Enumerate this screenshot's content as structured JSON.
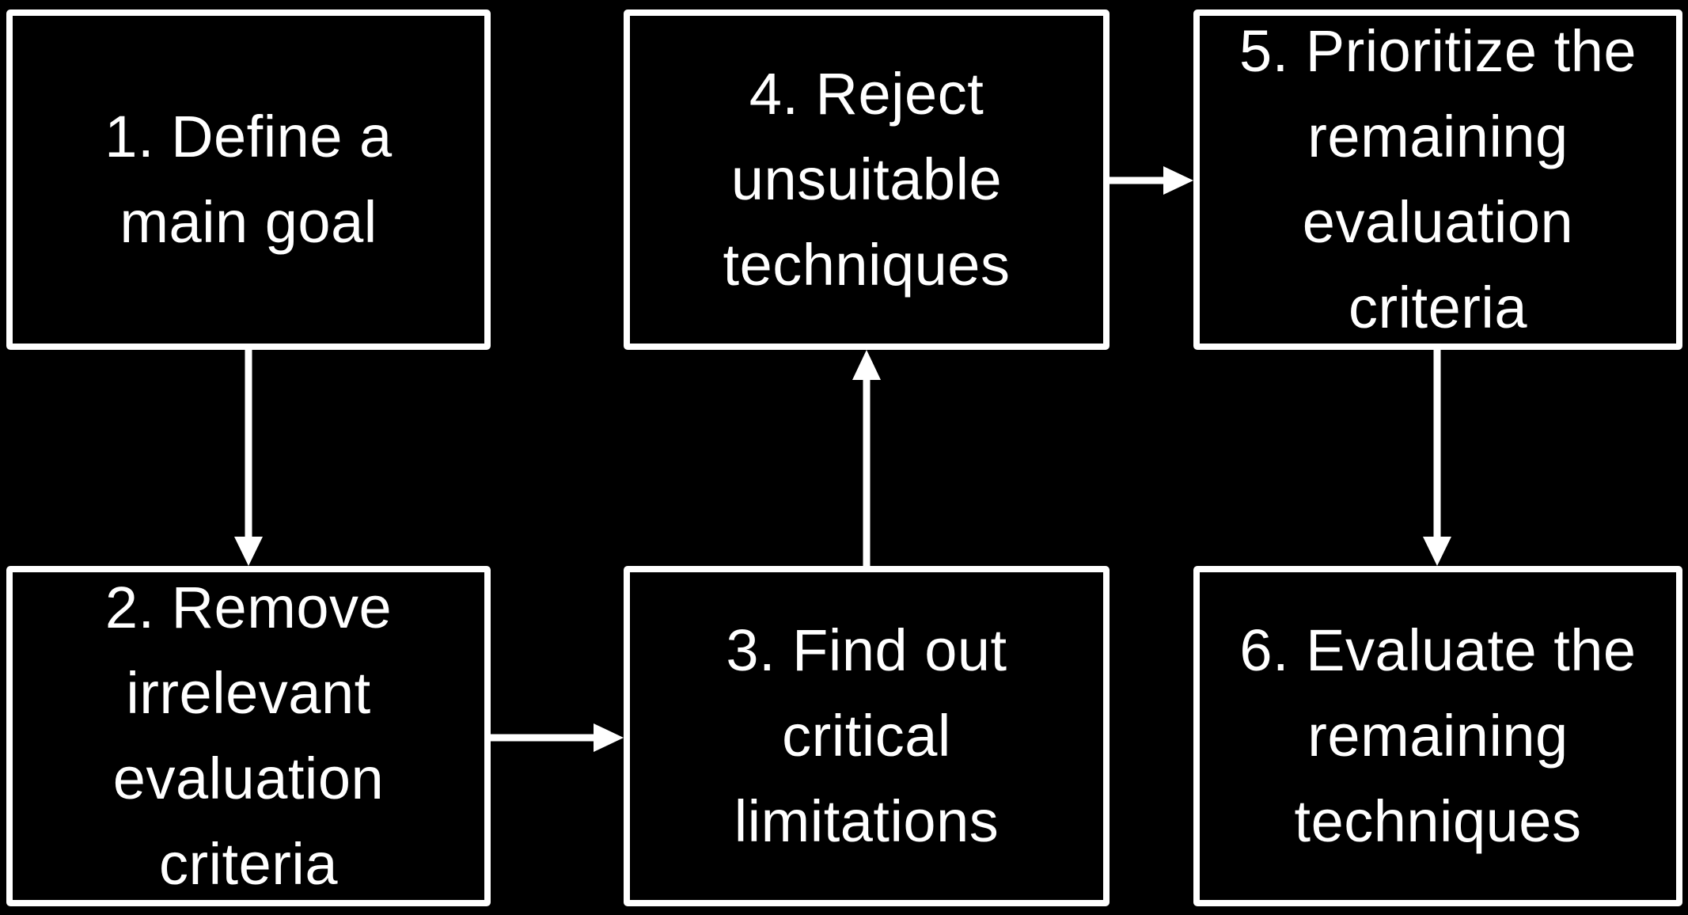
{
  "diagram": {
    "steps": [
      {
        "id": "step-1",
        "label": "1. Define a\nmain goal"
      },
      {
        "id": "step-2",
        "label": "2. Remove\nirrelevant\nevaluation\ncriteria"
      },
      {
        "id": "step-3",
        "label": "3. Find out\ncritical\nlimitations"
      },
      {
        "id": "step-4",
        "label": "4. Reject\nunsuitable\ntechniques"
      },
      {
        "id": "step-5",
        "label": "5. Prioritize the\nremaining\nevaluation\ncriteria"
      },
      {
        "id": "step-6",
        "label": "6. Evaluate the\nremaining\ntechniques"
      }
    ],
    "connections": [
      {
        "from": "step-1",
        "to": "step-2"
      },
      {
        "from": "step-2",
        "to": "step-3"
      },
      {
        "from": "step-3",
        "to": "step-4"
      },
      {
        "from": "step-4",
        "to": "step-5"
      },
      {
        "from": "step-5",
        "to": "step-6"
      }
    ],
    "colors": {
      "background": "#000000",
      "foreground": "#ffffff"
    }
  }
}
